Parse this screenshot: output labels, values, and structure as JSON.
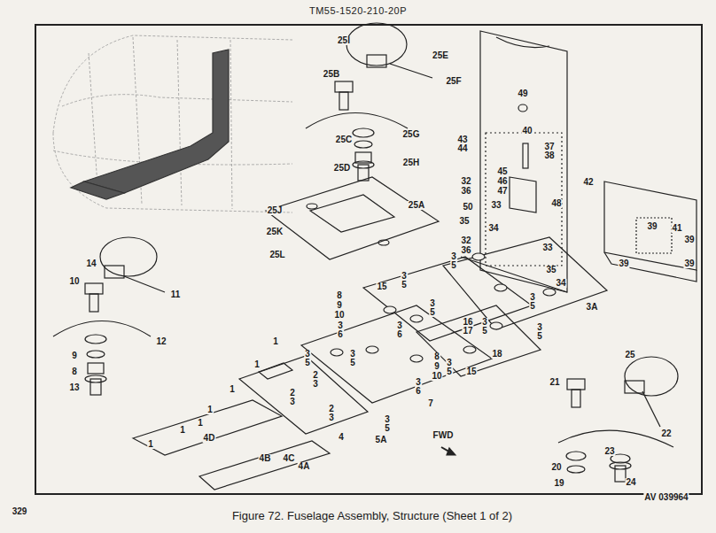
{
  "diagram": {
    "title": "TM55-1520-210-20P",
    "caption": "Figure 72. Fuselage Assembly, Structure (Sheet 1 of 2)",
    "labels": [
      "329",
      "AV 039964",
      "FWD",
      "25I",
      "25E",
      "25F",
      "25B",
      "25G",
      "25C",
      "25D",
      "25H",
      "25A",
      "25J",
      "25K",
      "25L",
      "49",
      "40",
      "37",
      "38",
      "43",
      "44",
      "42",
      "45",
      "46",
      "47",
      "48",
      "32",
      "36",
      "33",
      "50",
      "35",
      "34",
      "32",
      "36",
      "33",
      "35",
      "34",
      "39",
      "41",
      "39",
      "39",
      "39",
      "14",
      "10",
      "11",
      "12",
      "9",
      "8",
      "13",
      "25",
      "21",
      "22",
      "23",
      "20",
      "19",
      "24",
      "3",
      "5",
      "3",
      "5",
      "15",
      "3",
      "5",
      "3A",
      "8",
      "9",
      "10",
      "3",
      "5",
      "3",
      "6",
      "3",
      "6",
      "16",
      "17",
      "3",
      "5",
      "3",
      "5",
      "18",
      "15",
      "8",
      "9",
      "10",
      "3",
      "5",
      "1",
      "3",
      "5",
      "3",
      "5",
      "2",
      "3",
      "3",
      "6",
      "7",
      "2",
      "3",
      "2",
      "3",
      "3",
      "5",
      "5A",
      "4",
      "1",
      "1",
      "1",
      "1",
      "1",
      "1",
      "4D",
      "4B",
      "4C",
      "4A"
    ]
  }
}
